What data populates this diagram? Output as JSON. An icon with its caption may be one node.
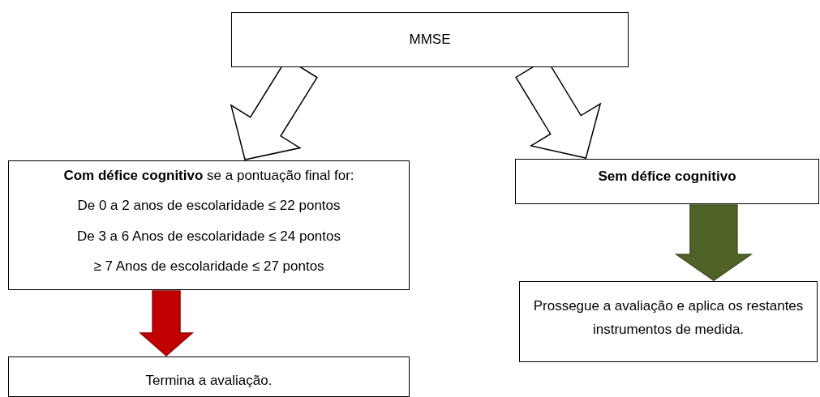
{
  "diagram": {
    "nodes": [
      {
        "text": [
          "MMSE"
        ]
      },
      {
        "text": [
          "**Com défice cognitivo** se a pontuação final for:",
          "De 0 a 2 anos de escolaridade ≤ 22 pontos",
          "De 3 a 6 Anos de escolaridade ≤ 24 pontos",
          "≥ 7 Anos de escolaridade ≤ 27 pontos"
        ]
      },
      {
        "text": [
          "Sem défice cognitivo"
        ]
      },
      {
        "text": [
          "Prossegue a avaliação e aplica os restantes instrumentos de medida."
        ]
      },
      {
        "text": [
          "Termina a avaliação."
        ]
      }
    ],
    "edges": [
      {
        "from": 0,
        "to": 1,
        "arrow": "to"
      },
      {
        "from": 0,
        "to": 2,
        "arrow": "to"
      },
      {
        "from": 1,
        "to": 4,
        "arrow": "to",
        "style": "thick",
        "color": "#c00000"
      },
      {
        "from": 2,
        "to": 3,
        "arrow": "to",
        "style": "thick",
        "color": "#4f6228"
      }
    ]
  }
}
